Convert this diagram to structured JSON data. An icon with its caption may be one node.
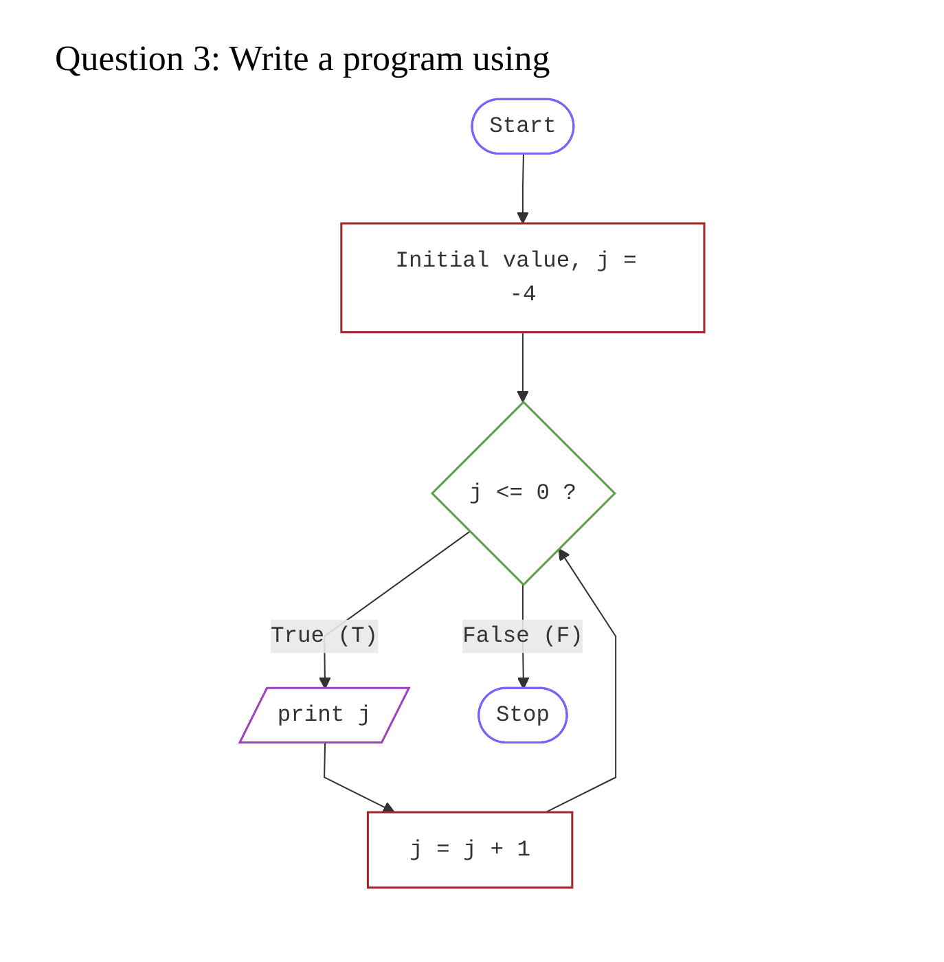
{
  "diagram": {
    "title": "Question 3: Write a program using",
    "nodes": [
      {
        "text": [
          "Start"
        ]
      },
      {
        "text": [
          "Initial value, j = -4"
        ]
      },
      {
        "text": [
          "j <= 0 ?"
        ]
      },
      {
        "text": [
          "print j"
        ]
      },
      {
        "text": [
          "j = j + 1"
        ]
      },
      {
        "text": [
          "Stop"
        ]
      }
    ],
    "edges": [
      {
        "from": 0,
        "to": 1,
        "arrow": "to"
      },
      {
        "from": 1,
        "to": 2,
        "arrow": "to"
      },
      {
        "from": 2,
        "to": 3,
        "arrow": "to",
        "label": "True (T)"
      },
      {
        "from": 3,
        "to": 4,
        "arrow": "to"
      },
      {
        "from": 4,
        "to": 2,
        "arrow": "to"
      },
      {
        "from": 2,
        "to": 5,
        "arrow": "to",
        "label": "False (F)"
      }
    ]
  }
}
